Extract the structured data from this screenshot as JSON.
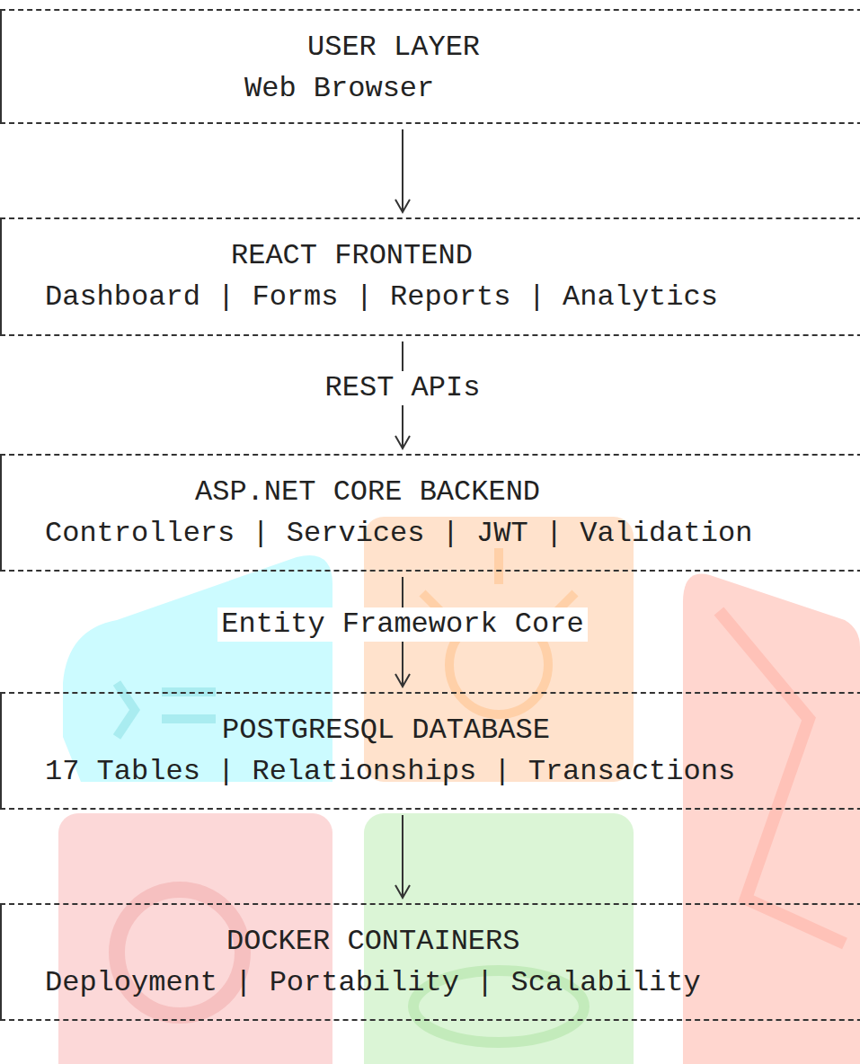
{
  "diagram": {
    "nodes": [
      {
        "text": [
          "USER LAYER",
          "Web Browser"
        ]
      },
      {
        "text": [
          "REACT FRONTEND",
          "Dashboard | Forms | Reports | Analytics"
        ]
      },
      {
        "text": [
          "ASP.NET CORE BACKEND",
          "Controllers | Services | JWT | Validation"
        ]
      },
      {
        "text": [
          "POSTGRESQL DATABASE",
          "17 Tables | Relationships | Transactions"
        ]
      },
      {
        "text": [
          "DOCKER CONTAINERS",
          "Deployment | Portability | Scalability"
        ]
      }
    ],
    "edges": [
      {
        "from": 0,
        "to": 1,
        "arrow": "to"
      },
      {
        "from": 1,
        "to": 2,
        "label": "REST APIs",
        "arrow": "to"
      },
      {
        "from": 2,
        "to": 3,
        "label": "Entity Framework Core",
        "arrow": "to"
      },
      {
        "from": 3,
        "to": 4,
        "arrow": "to"
      }
    ]
  }
}
